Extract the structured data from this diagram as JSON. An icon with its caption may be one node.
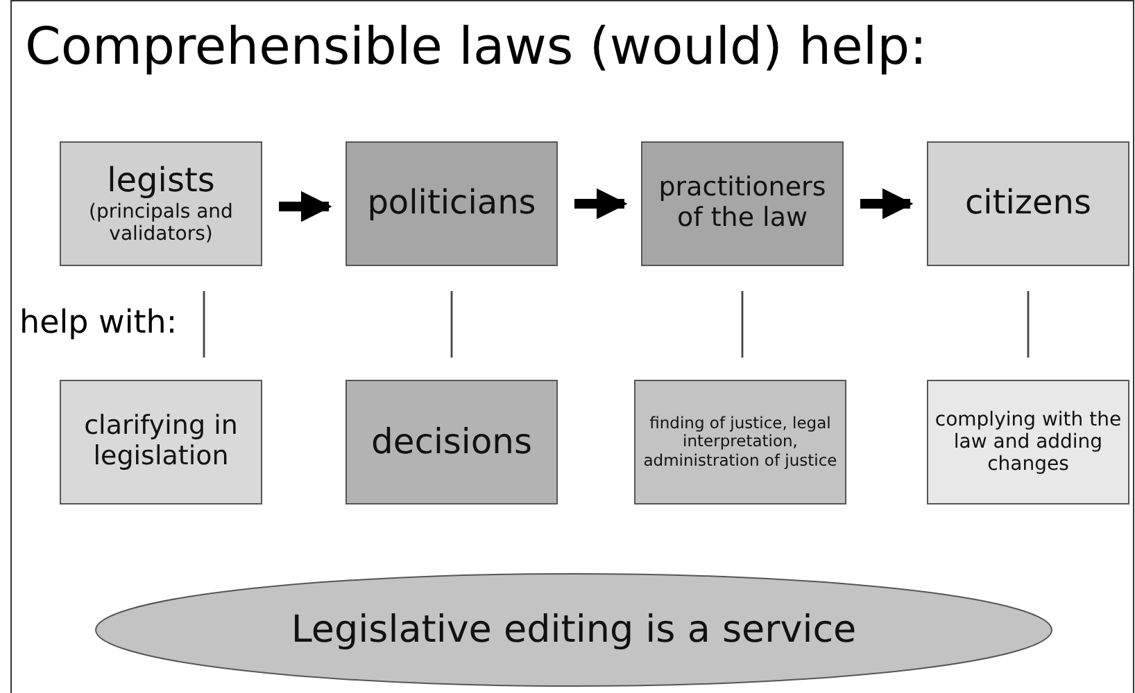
{
  "diagram": {
    "title": "Comprehensible laws (would) help:",
    "nodes": [
      {
        "text": [
          "legists",
          "(principals and validators)"
        ]
      },
      {
        "text": [
          "politicians"
        ]
      },
      {
        "text": [
          "practitioners of the law"
        ]
      },
      {
        "text": [
          "citizens"
        ]
      },
      {
        "text": [
          "clarifying in legislation"
        ]
      },
      {
        "text": [
          "decisions"
        ]
      },
      {
        "text": [
          "finding of justice, legal interpretation, administration of justice"
        ]
      },
      {
        "text": [
          "complying with the law and adding changes"
        ]
      },
      {
        "text": [
          "Legislative editing is a service"
        ]
      }
    ],
    "edges": [
      {
        "from": 0,
        "to": 1,
        "arrow": "to",
        "style": "thick"
      },
      {
        "from": 1,
        "to": 2,
        "arrow": "to",
        "style": "thick"
      },
      {
        "from": 2,
        "to": 3,
        "arrow": "to",
        "style": "thick"
      },
      {
        "from": 0,
        "to": 4,
        "arrow": "none"
      },
      {
        "from": 1,
        "to": 5,
        "arrow": "none"
      },
      {
        "from": 2,
        "to": 6,
        "arrow": "none"
      },
      {
        "from": 3,
        "to": 7,
        "arrow": "none"
      }
    ],
    "labels": [
      "help with:"
    ]
  }
}
